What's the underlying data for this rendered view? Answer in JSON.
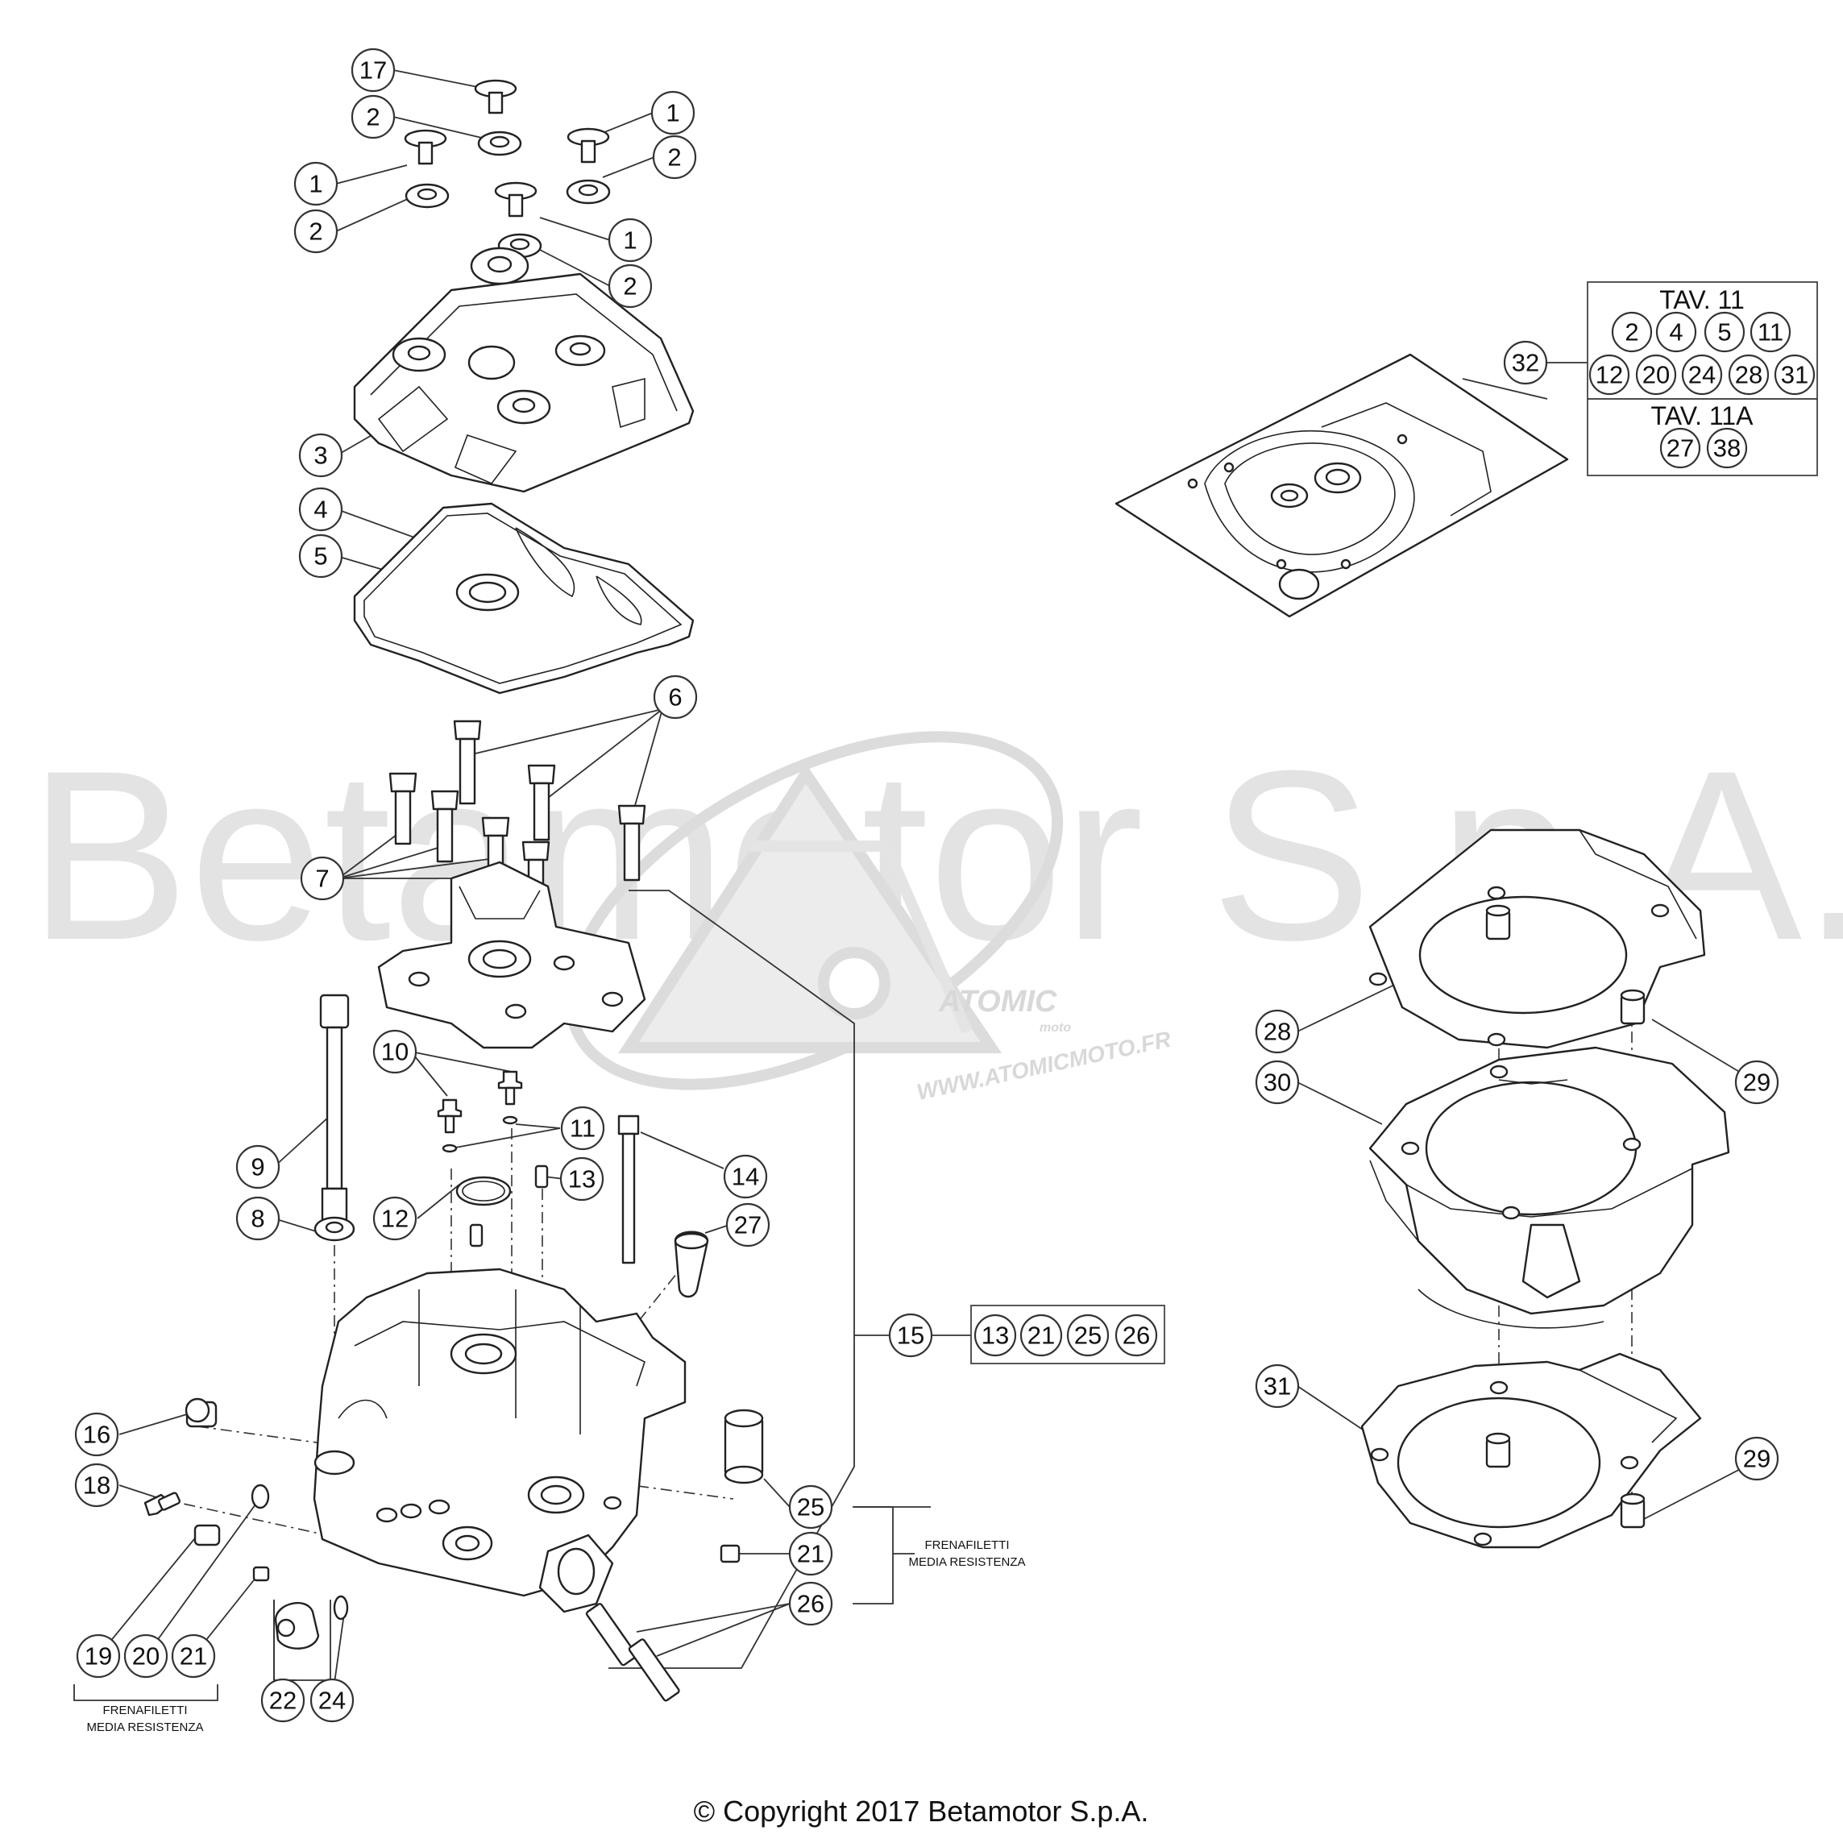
{
  "watermark": {
    "text": "Betamotor S.p.A.",
    "logo_text": "ATOMIC",
    "logo_sub": "moto",
    "url": "WWW.ATOMICMOTO.FR"
  },
  "callouts": [
    {
      "n": "17"
    },
    {
      "n": "2"
    },
    {
      "n": "1"
    },
    {
      "n": "1"
    },
    {
      "n": "2"
    },
    {
      "n": "2"
    },
    {
      "n": "1"
    },
    {
      "n": "2"
    },
    {
      "n": "3"
    },
    {
      "n": "4"
    },
    {
      "n": "5"
    },
    {
      "n": "6"
    },
    {
      "n": "7"
    },
    {
      "n": "10"
    },
    {
      "n": "11"
    },
    {
      "n": "9"
    },
    {
      "n": "13"
    },
    {
      "n": "14"
    },
    {
      "n": "12"
    },
    {
      "n": "8"
    },
    {
      "n": "27"
    },
    {
      "n": "15"
    },
    {
      "n": "16"
    },
    {
      "n": "18"
    },
    {
      "n": "25"
    },
    {
      "n": "21"
    },
    {
      "n": "26"
    },
    {
      "n": "19"
    },
    {
      "n": "20"
    },
    {
      "n": "21"
    },
    {
      "n": "22"
    },
    {
      "n": "24"
    },
    {
      "n": "32"
    },
    {
      "n": "28"
    },
    {
      "n": "29"
    },
    {
      "n": "30"
    },
    {
      "n": "31"
    },
    {
      "n": "29"
    }
  ],
  "kit_15": [
    "13",
    "21",
    "25",
    "26"
  ],
  "tav11": {
    "title": "TAV. 11",
    "row1": [
      "2",
      "4",
      "5",
      "11"
    ],
    "row2": [
      "12",
      "20",
      "24",
      "28",
      "31"
    ]
  },
  "tav11a": {
    "title": "TAV. 11A",
    "row1": [
      "27",
      "38"
    ]
  },
  "notes": {
    "threadlock_right_l1": "FRENAFILETTI",
    "threadlock_right_l2": "MEDIA RESISTENZA",
    "threadlock_left_l1": "FRENAFILETTI",
    "threadlock_left_l2": "MEDIA RESISTENZA"
  },
  "copyright": "© Copyright 2017 Betamotor S.p.A."
}
